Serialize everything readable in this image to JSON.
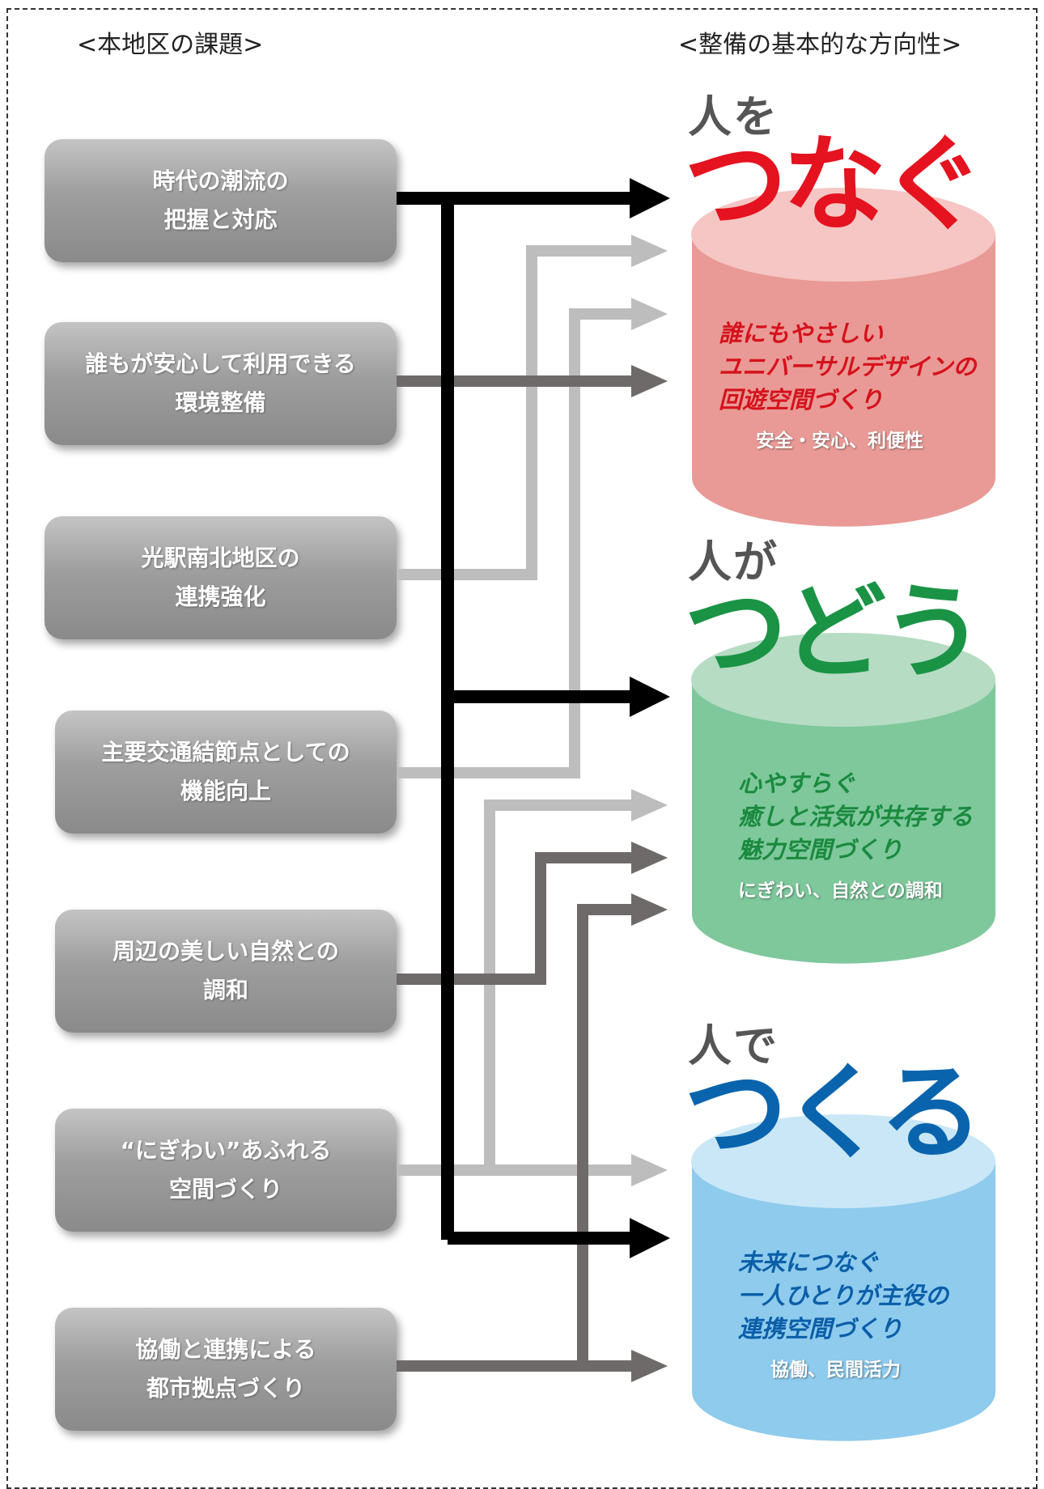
{
  "headings": {
    "left": "<本地区の課題>",
    "right": "<整備の基本的な方向性>"
  },
  "issues": [
    {
      "line1": "時代の潮流の",
      "line2": "把握と対応"
    },
    {
      "line1": "誰もが安心して利用できる",
      "line2": "環境整備"
    },
    {
      "line1": "光駅南北地区の",
      "line2": "連携強化"
    },
    {
      "line1": "主要交通結節点としての",
      "line2": "機能向上"
    },
    {
      "line1": "周辺の美しい自然との",
      "line2": "調和"
    },
    {
      "line1": "“にぎわい”あふれる",
      "line2": "空間づくり"
    },
    {
      "line1": "協働と連携による",
      "line2": "都市拠点づくり"
    }
  ],
  "directions": [
    {
      "prefix": "人を",
      "verb": "つなぐ",
      "line1": "誰にもやさしい",
      "line2": "ユニバーサルデザインの",
      "line3": "回遊空間づくり",
      "sub": "安全・安心、利便性",
      "verb_color": "#e5121f",
      "text_color": "#d5121c",
      "top_color": "#f5c6c3",
      "body_color": "#e99a96"
    },
    {
      "prefix": "人が",
      "verb": "つどう",
      "line1": "心やすらぐ",
      "line2": "癒しと活気が共存する",
      "line3": "魅力空間づくり",
      "sub": "にぎわい、自然との調和",
      "verb_color": "#1a9345",
      "text_color": "#1a8a3e",
      "top_color": "#b6dcc4",
      "body_color": "#7ec89c"
    },
    {
      "prefix": "人で",
      "verb": "つくる",
      "line1": "未来につなぐ",
      "line2": "一人ひとりが主役の",
      "line3": "連携空間づくり",
      "sub": "協働、民間活力",
      "verb_color": "#0a64ad",
      "text_color": "#0b5ea8",
      "top_color": "#c9e7f7",
      "body_color": "#8ecbed"
    }
  ],
  "colors": {
    "connector_black": "#000000",
    "connector_dark": "#6f6a6a",
    "connector_light": "#bdbdbd"
  }
}
